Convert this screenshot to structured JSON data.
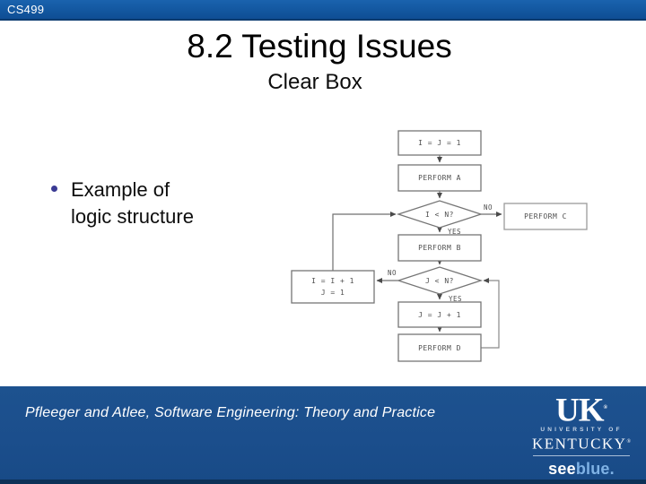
{
  "header": {
    "course_code": "CS499"
  },
  "slide": {
    "title": "8.2 Testing Issues",
    "subtitle": "Clear Box",
    "bullet_lines": [
      "Example of",
      "logic structure"
    ]
  },
  "flowchart": {
    "init": "I = J = 1",
    "perform_a": "PERFORM A",
    "cond1": "I < N?",
    "perform_c": "PERFORM C",
    "perform_b": "PERFORM B",
    "cond2": "J < N?",
    "incr_i_line1": "I = I + 1",
    "incr_i_line2": "J = 1",
    "incr_j": "J = J + 1",
    "perform_d": "PERFORM D",
    "no": "NO",
    "yes": "YES"
  },
  "footer": {
    "citation": "Pfleeger and Atlee, Software Engineering: Theory and Practice",
    "logo": {
      "uk": "UK",
      "reg_mark": "®",
      "university_of": "UNIVERSITY OF",
      "kentucky": "KENTUCKY",
      "tagline_see": "see",
      "tagline_blue": "blue."
    }
  },
  "colors": {
    "top_bar_blue": "#11549c",
    "footer_band_blue": "#1b4e8c",
    "footer_edge_blue": "#0d3157",
    "bullet_dot": "#3a3a94",
    "seeblue_accent": "#7fb2e5",
    "flowchart_stroke": "#757575",
    "flowchart_text": "#4f4f4f"
  }
}
